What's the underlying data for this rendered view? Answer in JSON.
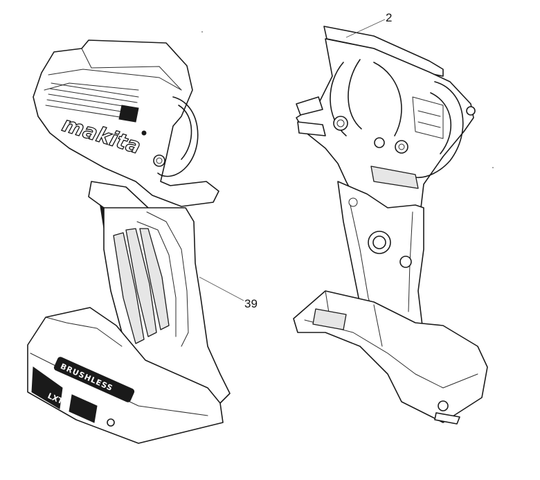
{
  "diagram": {
    "callouts": [
      {
        "id": "part-2",
        "label": "2"
      },
      {
        "id": "part-39",
        "label": "39"
      }
    ],
    "housing_logo": "makita",
    "grip_badge_text": "BRUSHLESS",
    "base_label": "LXT"
  },
  "colors": {
    "line": "#1a1a1a",
    "background": "#ffffff",
    "shade": "#e6e6e6"
  }
}
